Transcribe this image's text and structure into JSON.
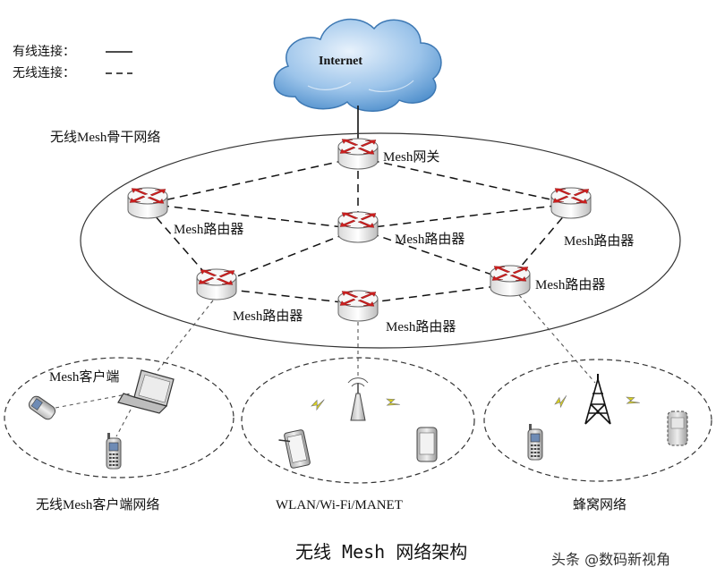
{
  "legend": {
    "wired": "有线连接：",
    "wireless": "无线连接："
  },
  "cloud": {
    "label": "Internet"
  },
  "backbone": {
    "label": "无线Mesh骨干网络"
  },
  "nodes": {
    "gateway": "Mesh网关",
    "router_left": "Mesh路由器",
    "router_center": "Mesh路由器",
    "router_right": "Mesh路由器",
    "router_lower_left": "Mesh路由器",
    "router_lower_right": "Mesh路由器",
    "router_bottom": "Mesh路由器"
  },
  "subnets": {
    "client_device": "Mesh客户端",
    "client_net": "无线Mesh客户端网络",
    "wlan_net": "WLAN/Wi-Fi/MANET",
    "cell_net": "蜂窝网络"
  },
  "caption": "无线 Mesh 网络架构",
  "watermark": "头条 @数码新视角",
  "colors": {
    "router_arrow": "#cc1f1f",
    "cloud": "#6fa8dc",
    "lightning": "#d9d020"
  }
}
